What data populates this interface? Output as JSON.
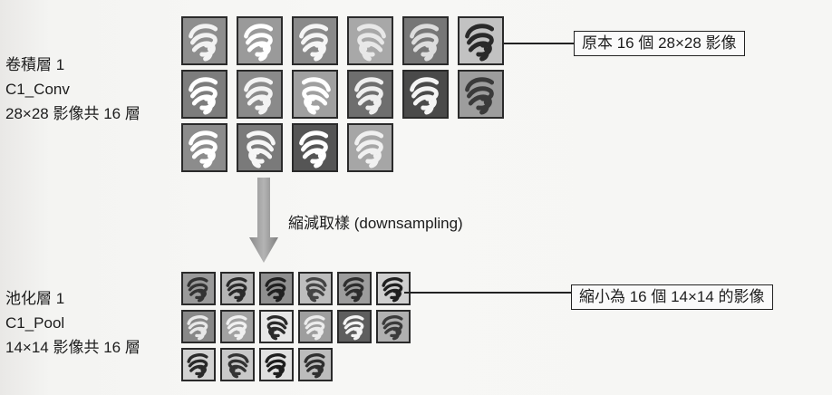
{
  "conv_layer": {
    "lines": [
      "卷積層 1",
      "C1_Conv",
      "28×28 影像共 16 層"
    ],
    "callout": "原本 16 個 28×28 影像"
  },
  "pool_layer": {
    "lines": [
      "池化層 1",
      "C1_Pool",
      "14×14 影像共 16 層"
    ],
    "callout": "縮小為 16 個 14×14 的影像"
  },
  "arrow_label": "縮減取樣 (downsampling)",
  "conv_tiles": [
    {
      "bg": "#8e8e8e",
      "fg": "#f2f2f2"
    },
    {
      "bg": "#9a9a9a",
      "fg": "#ffffff"
    },
    {
      "bg": "#8a8a8a",
      "fg": "#f5f5f5"
    },
    {
      "bg": "#a8a8a8",
      "fg": "#e8e8e8"
    },
    {
      "bg": "#777777",
      "fg": "#dddddd"
    },
    {
      "bg": "#c2c2c2",
      "fg": "#2a2a2a"
    },
    {
      "bg": "#7d7d7d",
      "fg": "#ffffff"
    },
    {
      "bg": "#8a8a8a",
      "fg": "#f3f3f3"
    },
    {
      "bg": "#a0a0a0",
      "fg": "#ffffff"
    },
    {
      "bg": "#6e6e6e",
      "fg": "#eeeeee"
    },
    {
      "bg": "#4a4a4a",
      "fg": "#f4f4f4"
    },
    {
      "bg": "#9d9d9d",
      "fg": "#3a3a3a"
    },
    {
      "bg": "#8c8c8c",
      "fg": "#ffffff"
    },
    {
      "bg": "#7a7a7a",
      "fg": "#f6f6f6"
    },
    {
      "bg": "#555555",
      "fg": "#ffffff"
    },
    {
      "bg": "#a6a6a6",
      "fg": "#f0f0f0"
    }
  ],
  "pool_tiles": [
    {
      "bg": "#9a9a9a",
      "fg": "#333333"
    },
    {
      "bg": "#b5b5b5",
      "fg": "#2a2a2a"
    },
    {
      "bg": "#8f8f8f",
      "fg": "#202020"
    },
    {
      "bg": "#bdbdbd",
      "fg": "#444444"
    },
    {
      "bg": "#9c9c9c",
      "fg": "#2d2d2d"
    },
    {
      "bg": "#cfcfcf",
      "fg": "#1f1f1f"
    },
    {
      "bg": "#888888",
      "fg": "#e8e8e8"
    },
    {
      "bg": "#a2a2a2",
      "fg": "#f0f0f0"
    },
    {
      "bg": "#e6e6e6",
      "fg": "#2a2a2a"
    },
    {
      "bg": "#9e9e9e",
      "fg": "#ececec"
    },
    {
      "bg": "#5e5e5e",
      "fg": "#f4f4f4"
    },
    {
      "bg": "#b0b0b0",
      "fg": "#3a3a3a"
    },
    {
      "bg": "#d2d2d2",
      "fg": "#2a2a2a"
    },
    {
      "bg": "#c8c8c8",
      "fg": "#333333"
    },
    {
      "bg": "#e0e0e0",
      "fg": "#1e1e1e"
    },
    {
      "bg": "#bcbcbc",
      "fg": "#2f2f2f"
    }
  ]
}
